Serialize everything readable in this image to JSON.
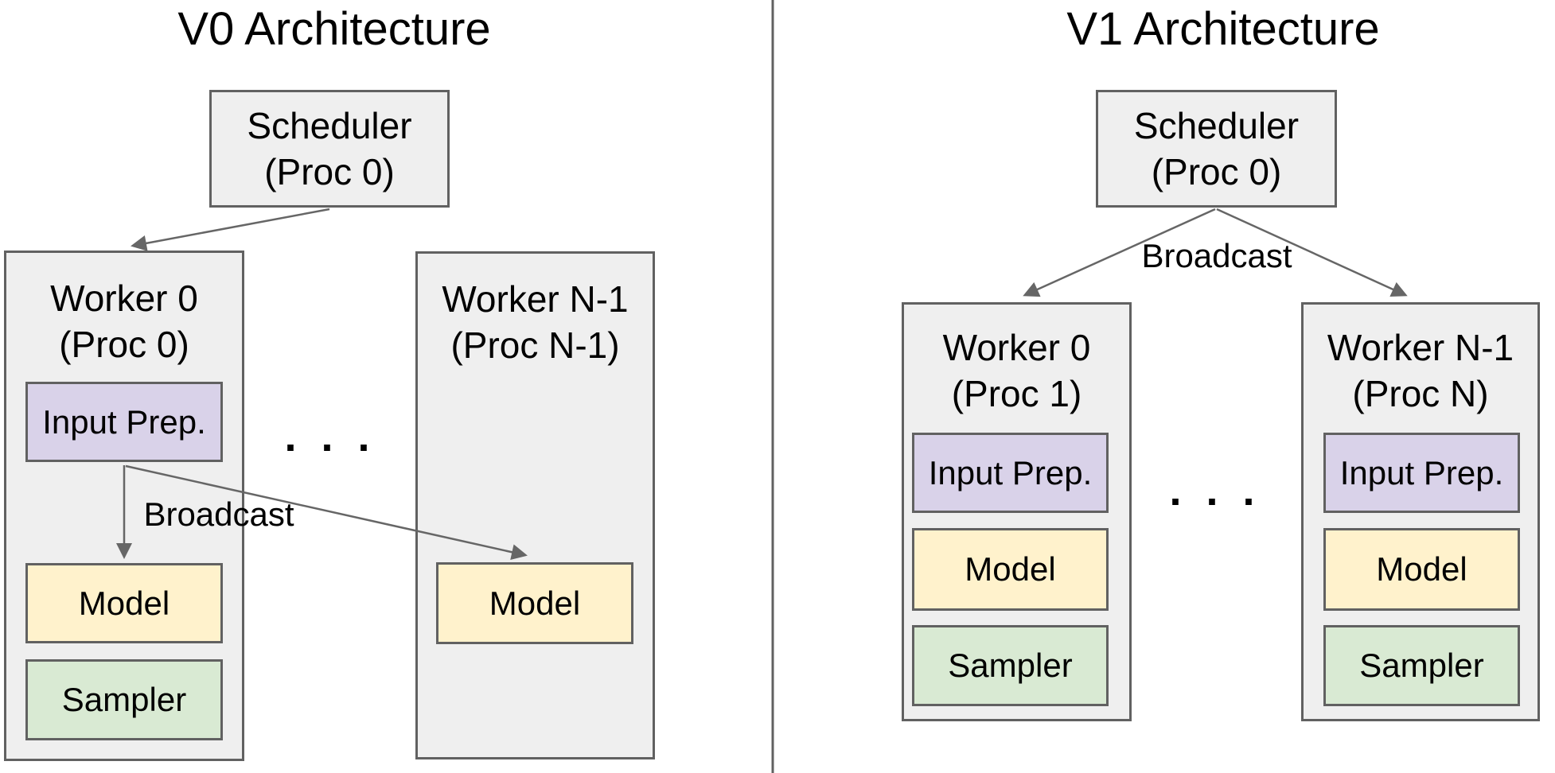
{
  "colors": {
    "background": "#ffffff",
    "panel_fill": "#efefef",
    "border": "#616161",
    "input_prep_fill": "#d9d2e9",
    "model_fill": "#fff2cc",
    "sampler_fill": "#d9ead3",
    "arrow": "#666666",
    "divider": "#616161",
    "text": "#000000"
  },
  "v0": {
    "title": "V0 Architecture",
    "scheduler": {
      "name": "Scheduler",
      "proc": "(Proc 0)"
    },
    "broadcast_label": "Broadcast",
    "ellipsis": ". . .",
    "worker0": {
      "name": "Worker 0",
      "proc": "(Proc 0)",
      "input_prep": "Input Prep.",
      "model": "Model",
      "sampler": "Sampler"
    },
    "workerN": {
      "name": "Worker N-1",
      "proc": "(Proc N-1)",
      "model": "Model"
    }
  },
  "v1": {
    "title": "V1 Architecture",
    "scheduler": {
      "name": "Scheduler",
      "proc": "(Proc 0)"
    },
    "broadcast_label": "Broadcast",
    "ellipsis": ". . .",
    "worker0": {
      "name": "Worker 0",
      "proc": "(Proc 1)",
      "input_prep": "Input Prep.",
      "model": "Model",
      "sampler": "Sampler"
    },
    "workerN": {
      "name": "Worker N-1",
      "proc": "(Proc N)",
      "input_prep": "Input Prep.",
      "model": "Model",
      "sampler": "Sampler"
    }
  }
}
